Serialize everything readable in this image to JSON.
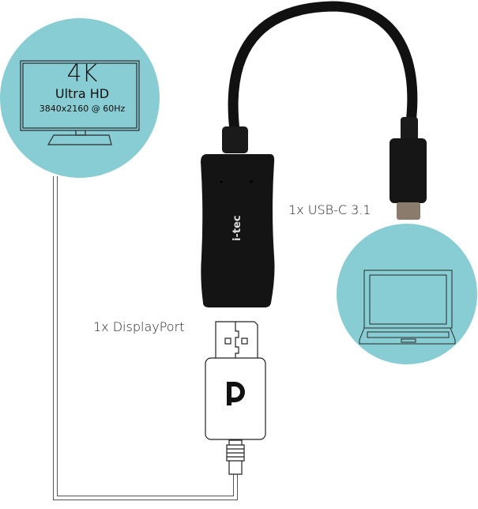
{
  "monitor": {
    "resolution_label": "4K",
    "name": "Ultra HD",
    "mode": "3840x2160 @ 60Hz"
  },
  "labels": {
    "usb_c": "1x USB-C 3.1",
    "displayport": "1x DisplayPort"
  },
  "brand": "i-tec",
  "colors": {
    "circle": "#87cdd3",
    "adapter": "#141414",
    "line": "#2a2a2a"
  },
  "icons": [
    "monitor-icon",
    "laptop-icon",
    "displayport-logo-icon"
  ]
}
